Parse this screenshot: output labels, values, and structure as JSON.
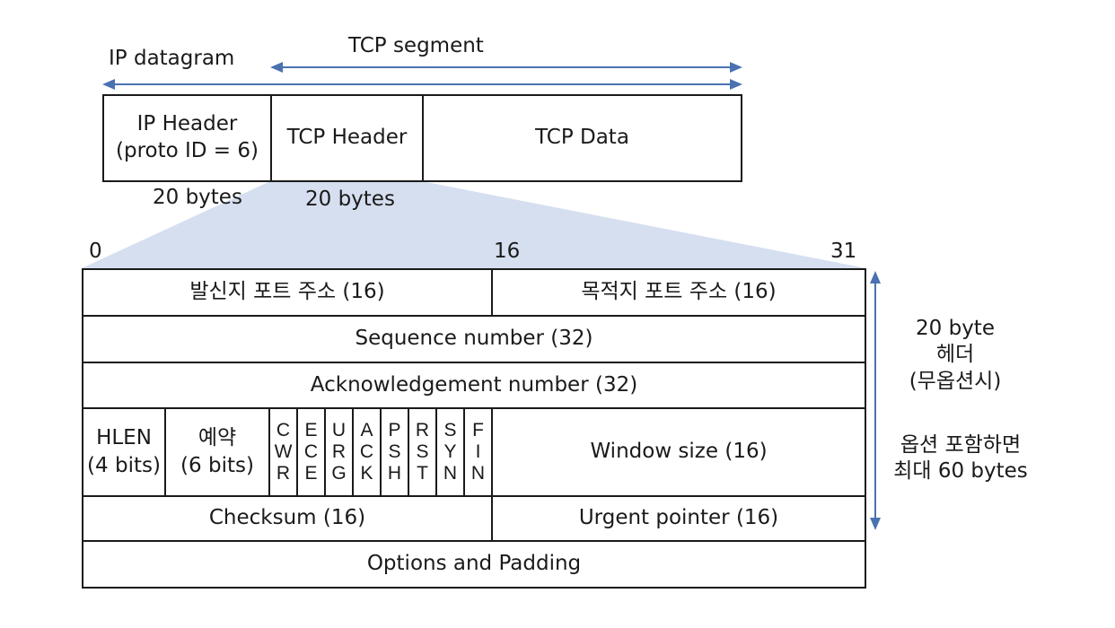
{
  "top": {
    "ip_datagram_label": "IP datagram",
    "tcp_segment_label": "TCP segment",
    "ip_header": "IP Header\n(proto ID = 6)",
    "tcp_header": "TCP Header",
    "tcp_data": "TCP Data",
    "ip_header_size": "20 bytes",
    "tcp_header_size": "20 bytes"
  },
  "bit_markers": {
    "start": "0",
    "middle": "16",
    "end": "31"
  },
  "rows": {
    "src_port": "발신지 포트 주소 (16)",
    "dst_port": "목적지 포트 주소 (16)",
    "sequence": "Sequence number (32)",
    "acknowledgement": "Acknowledgement number (32)",
    "hlen": "HLEN\n(4 bits)",
    "reserved": "예약\n(6 bits)",
    "flags": [
      {
        "name": "CWR",
        "letters": [
          "C",
          "W",
          "R"
        ]
      },
      {
        "name": "ECE",
        "letters": [
          "E",
          "C",
          "E"
        ]
      },
      {
        "name": "URG",
        "letters": [
          "U",
          "R",
          "G"
        ]
      },
      {
        "name": "ACK",
        "letters": [
          "A",
          "C",
          "K"
        ]
      },
      {
        "name": "PSH",
        "letters": [
          "P",
          "S",
          "H"
        ]
      },
      {
        "name": "RST",
        "letters": [
          "R",
          "S",
          "T"
        ]
      },
      {
        "name": "SYN",
        "letters": [
          "S",
          "Y",
          "N"
        ]
      },
      {
        "name": "FIN",
        "letters": [
          "F",
          "I",
          "N"
        ]
      }
    ],
    "window_size": "Window size (16)",
    "checksum": "Checksum (16)",
    "urgent_pointer": "Urgent pointer (16)",
    "options": "Options and Padding"
  },
  "side_note": {
    "min": "20 byte\n헤더\n(무옵션시)",
    "max": "옵션 포함하면\n최대 60 bytes"
  },
  "colors": {
    "arrow": "#4a72b0",
    "projection": "#d6dff0",
    "line": "#1a1a1a"
  }
}
